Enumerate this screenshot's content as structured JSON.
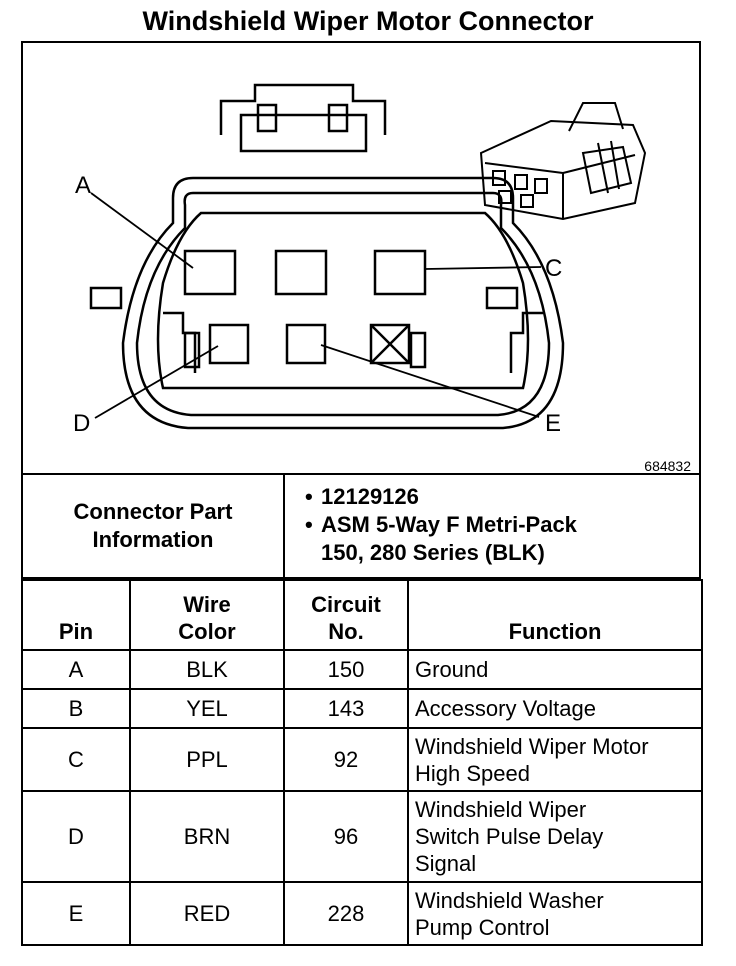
{
  "title": "Windshield Wiper Motor Connector",
  "figure_id": "684832",
  "pin_callouts": [
    "A",
    "C",
    "D",
    "E"
  ],
  "connector_info": {
    "label_line1": "Connector Part",
    "label_line2": "Information",
    "part_number": "12129126",
    "description_line1": "ASM 5-Way F Metri-Pack",
    "description_line2": "150, 280 Series (BLK)"
  },
  "table": {
    "headers": {
      "pin": "Pin",
      "wire_color_line1": "Wire",
      "wire_color_line2": "Color",
      "circuit_line1": "Circuit",
      "circuit_line2": "No.",
      "function": "Function"
    },
    "rows": [
      {
        "pin": "A",
        "color": "BLK",
        "circuit": "150",
        "function_lines": [
          "Ground"
        ]
      },
      {
        "pin": "B",
        "color": "YEL",
        "circuit": "143",
        "function_lines": [
          "Accessory Voltage"
        ]
      },
      {
        "pin": "C",
        "color": "PPL",
        "circuit": "92",
        "function_lines": [
          "Windshield Wiper Motor",
          "High Speed"
        ]
      },
      {
        "pin": "D",
        "color": "BRN",
        "circuit": "96",
        "function_lines": [
          "Windshield Wiper",
          "Switch Pulse Delay",
          "Signal"
        ]
      },
      {
        "pin": "E",
        "color": "RED",
        "circuit": "228",
        "function_lines": [
          "Windshield Washer",
          "Pump Control"
        ]
      }
    ]
  }
}
